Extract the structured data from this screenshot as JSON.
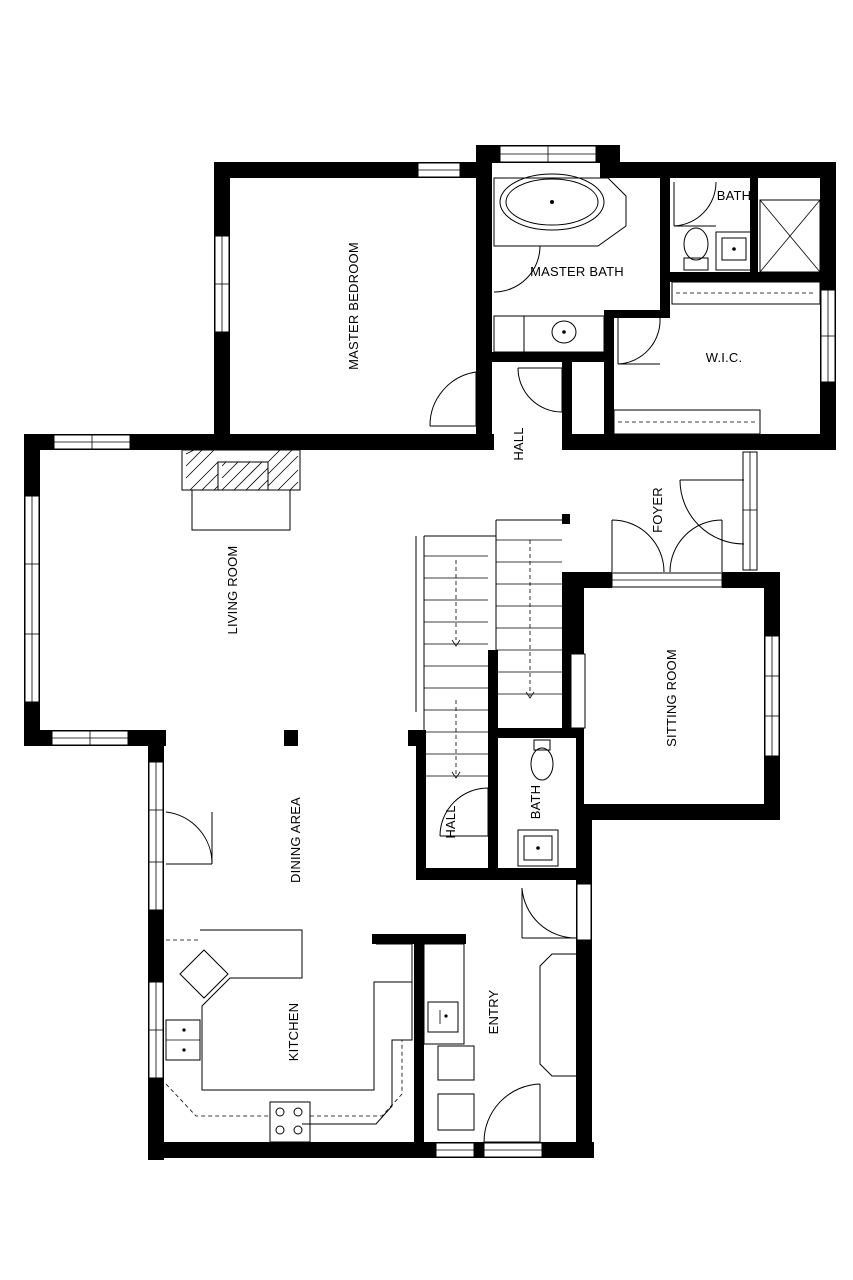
{
  "rooms": {
    "master_bedroom": "MASTER BEDROOM",
    "master_bath": "MASTER BATH",
    "bath_upper": "BATH",
    "wic": "W.I.C.",
    "hall_upper": "HALL",
    "foyer": "FOYER",
    "living_room": "LIVING ROOM",
    "sitting_room": "SITTING ROOM",
    "dining_area": "DINING AREA",
    "hall_lower": "HALL",
    "bath_lower": "BATH",
    "kitchen": "KITCHEN",
    "entry": "ENTRY"
  },
  "colors": {
    "wall": "#000000",
    "background": "#ffffff"
  }
}
